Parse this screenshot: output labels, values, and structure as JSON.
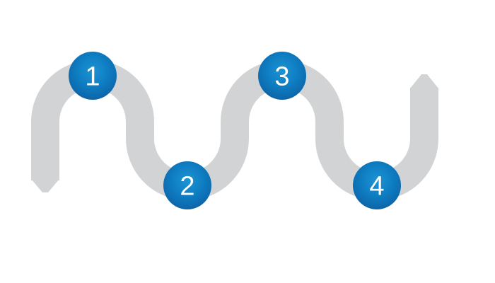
{
  "diagram": {
    "type": "serpentine-process-flow",
    "description": "Gray wave path with four numbered step circles",
    "steps": [
      {
        "label": "1",
        "position": "top"
      },
      {
        "label": "2",
        "position": "bottom"
      },
      {
        "label": "3",
        "position": "top"
      },
      {
        "label": "4",
        "position": "bottom"
      }
    ],
    "colors": {
      "background": "#ffffff",
      "path": "#d1d3d4",
      "step_text": "#ffffff",
      "ball_highlight": "#1e93d3",
      "ball_mid": "#0f80c4",
      "ball_dark": "#0d6bb0",
      "ball_edge": "#175a94"
    }
  }
}
